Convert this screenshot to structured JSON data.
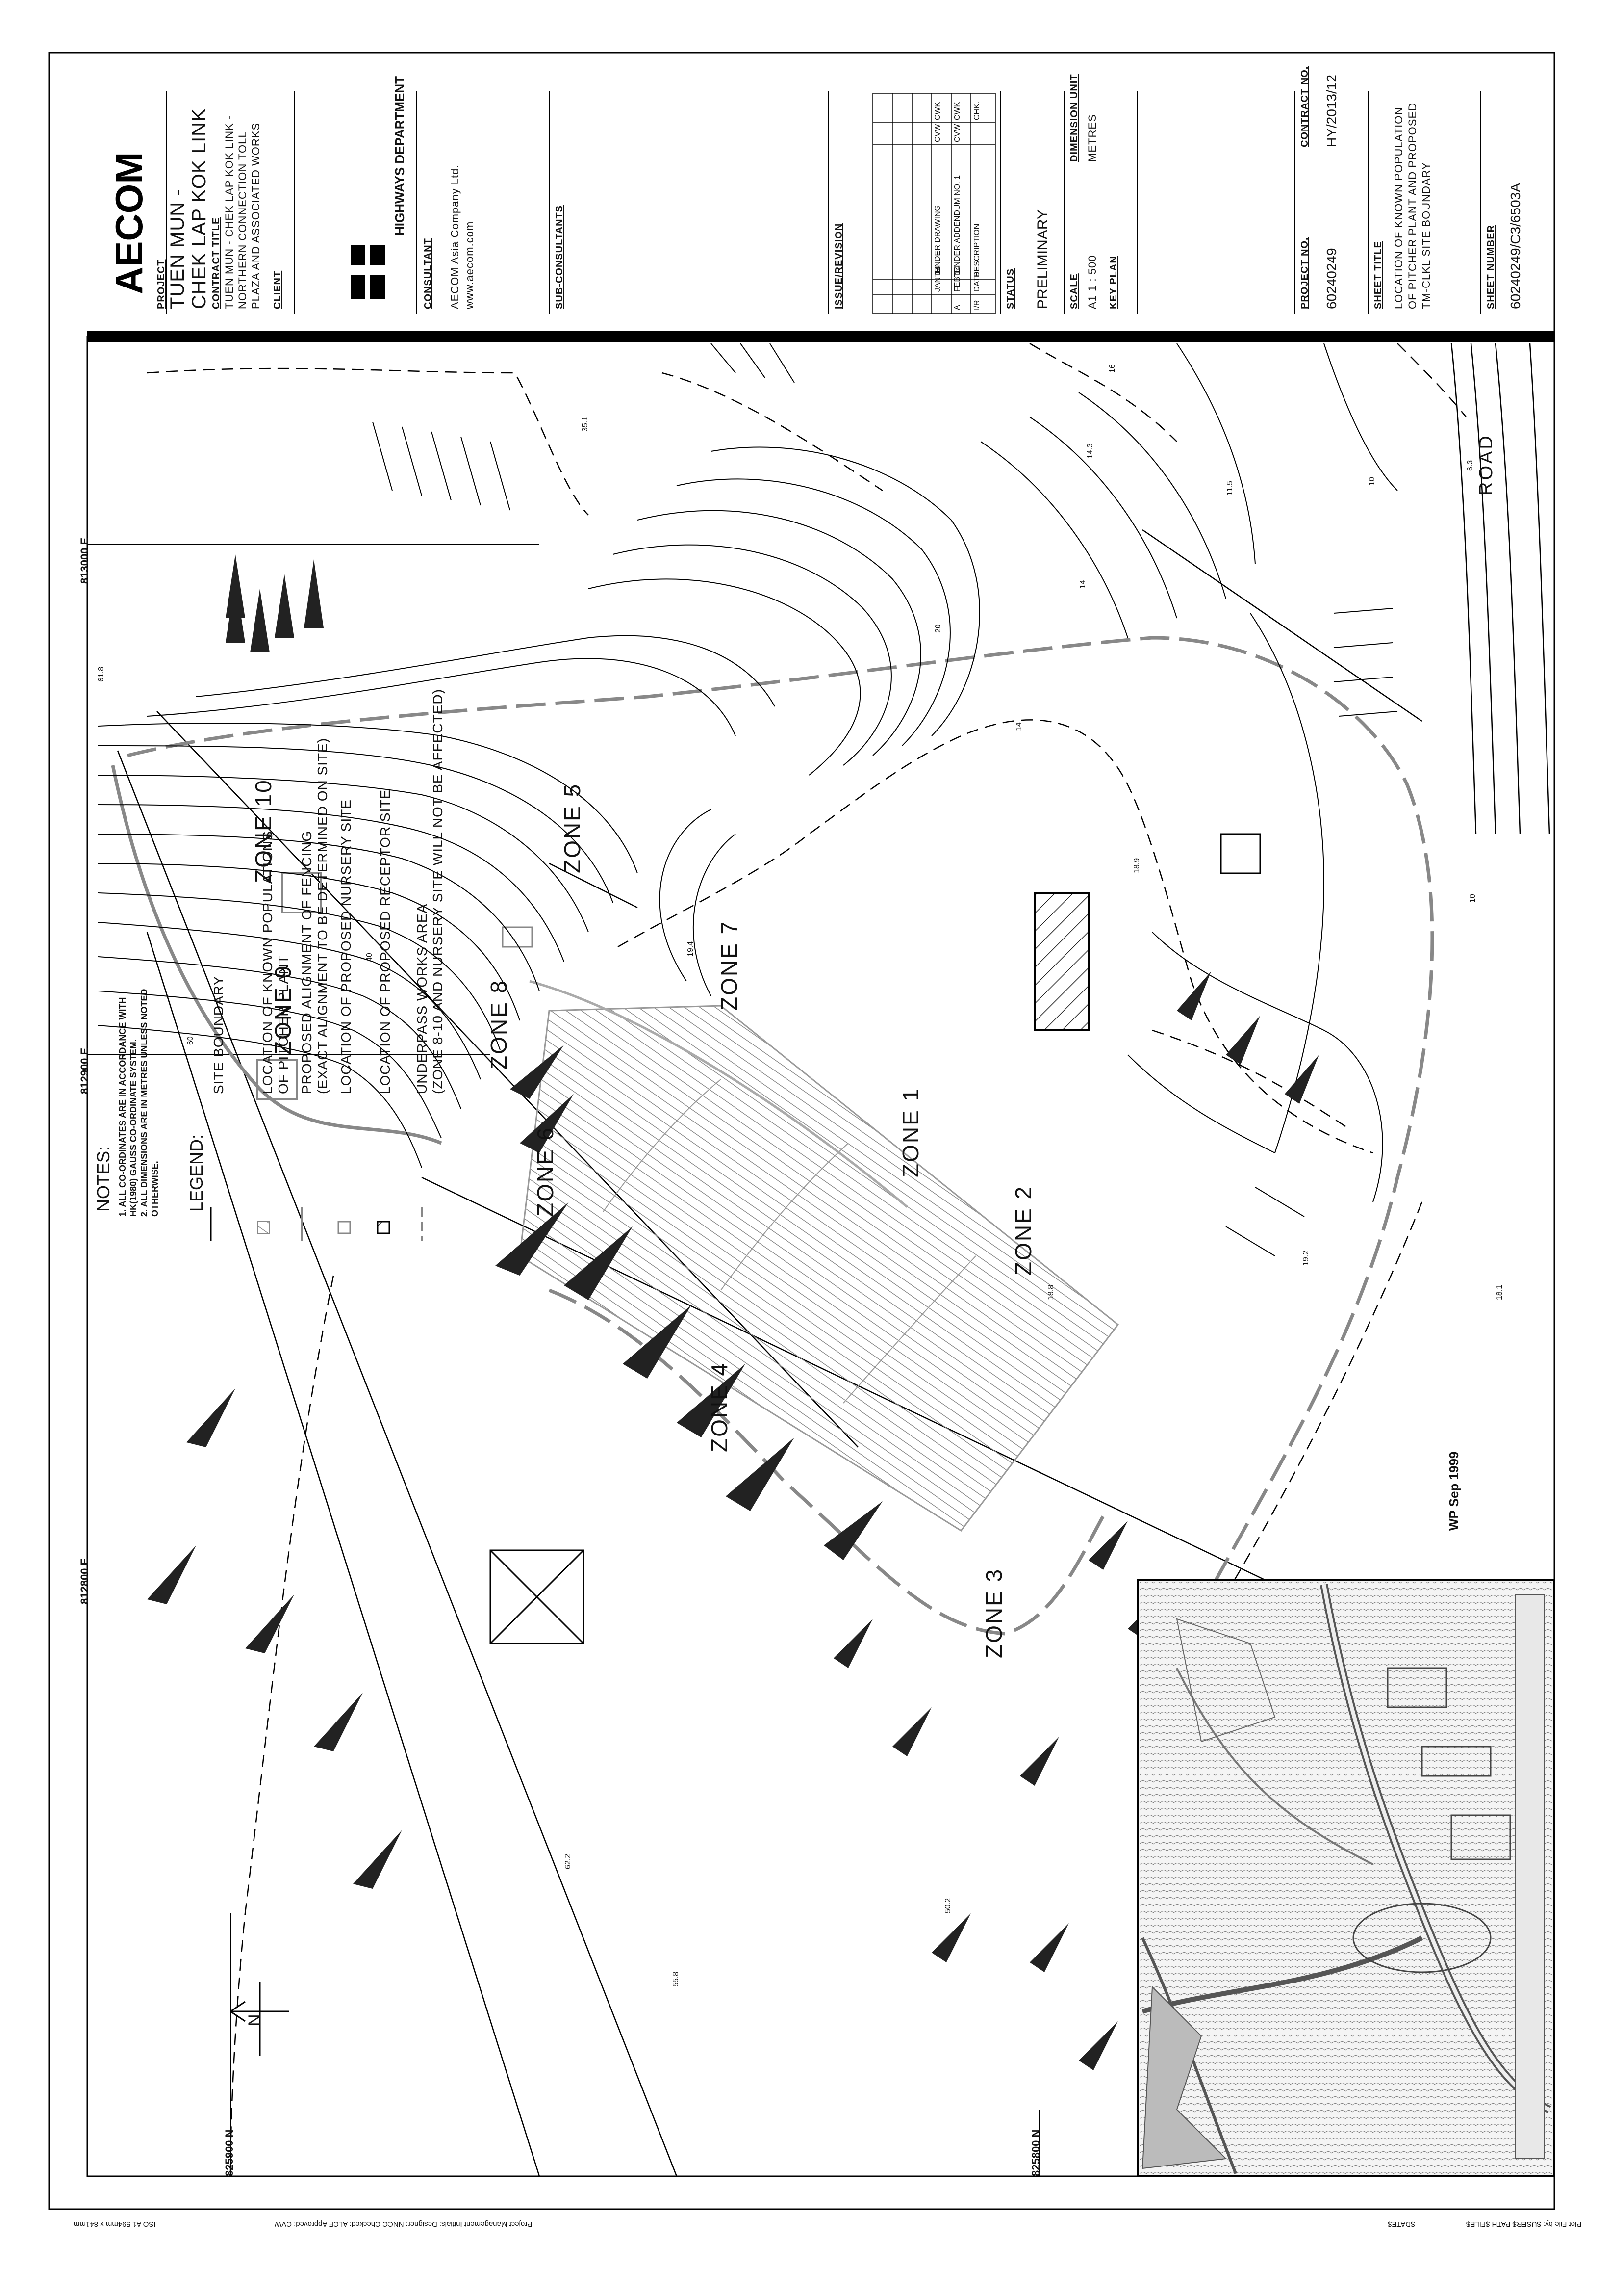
{
  "title_block": {
    "company": "AECOM",
    "project_label": "PROJECT",
    "project_name_1": "TUEN MUN -",
    "project_name_2": "CHEK LAP KOK LINK",
    "contract_title_label": "CONTRACT TITLE",
    "contract_title_1": "TUEN MUN - CHEK LAP KOK LINK -",
    "contract_title_2": "NORTHERN CONNECTION TOLL",
    "contract_title_3": "PLAZA AND ASSOCIATED WORKS",
    "client_label": "CLIENT",
    "client_name": "HIGHWAYS DEPARTMENT",
    "consultant_label": "CONSULTANT",
    "consultant_name": "AECOM Asia Company Ltd.",
    "consultant_web": "www.aecom.com",
    "subconsultants_label": "SUB-CONSULTANTS",
    "issue_revision_label": "ISSUE/REVISION",
    "revisions": [
      {
        "rev": "A",
        "date": "FEB 14",
        "description": "TENDER ADDENDUM NO. 1",
        "by": "CVW",
        "chk": "CWK"
      },
      {
        "rev": "-",
        "date": "JAN 14",
        "description": "TENDER DRAWING",
        "by": "CVW",
        "chk": "CWK"
      }
    ],
    "rev_header": {
      "rev": "I/R",
      "date": "DATE",
      "description": "DESCRIPTION",
      "chk": "CHK."
    },
    "status_label": "STATUS",
    "status": "PRELIMINARY",
    "scale_label": "SCALE",
    "scale": "A1 1 : 500",
    "dimension_unit_label": "DIMENSION UNIT",
    "dimension_unit": "METRES",
    "key_plan_label": "KEY PLAN",
    "project_no_label": "PROJECT NO.",
    "project_no": "60240249",
    "contract_no_label": "CONTRACT NO.",
    "contract_no": "HY/2013/12",
    "sheet_title_label": "SHEET TITLE",
    "sheet_title_1": "LOCATION OF KNOWN POPULATION",
    "sheet_title_2": "OF PITCHER PLANT AND PROPOSED",
    "sheet_title_3": "TM-CLKL SITE BOUNDARY",
    "sheet_number_label": "SHEET NUMBER",
    "sheet_number": "60240249/C3/6503A"
  },
  "notes": {
    "heading": "NOTES:",
    "items": [
      "1.  ALL CO-ORDINATES ARE IN ACCORDANCE WITH",
      "     HK(1980) GAUSS CO-ORDINATE SYSTEM.",
      "2.  ALL DIMENSIONS ARE IN METRES UNLESS NOTED",
      "     OTHERWISE."
    ]
  },
  "legend": {
    "heading": "LEGEND:",
    "items": [
      "SITE BOUNDARY",
      "LOCATION OF KNOWN POPULATIONS",
      "OF PITCHER PLANT",
      "PROPOSED ALIGNMENT OF FENCING",
      "(EXACT ALIGNMENT TO BE DETERMINED ON SITE)",
      "LOCATION OF PROPOSED NURSERY SITE",
      "LOCATION OF PROPOSED RECEPTOR SITE",
      "UNDERPASS WORKS AREA",
      "(ZONE 8-10 AND NURSERY SITE WILL NOT BE AFFECTED)"
    ]
  },
  "map": {
    "grid_labels": [
      "813000 E",
      "812900 E",
      "812800 E",
      "825900 N",
      "825800 N"
    ],
    "zones": [
      "ZONE 1",
      "ZONE 2",
      "ZONE 3",
      "ZONE 4",
      "ZONE 5",
      "ZONE 6",
      "ZONE 7",
      "ZONE 8",
      "ZONE 9",
      "ZONE 10"
    ],
    "spot_levels": [
      "35.1",
      "19.4",
      "18.9",
      "18.8",
      "19.2",
      "18.1",
      "61.8",
      "55.8",
      "50.2",
      "62.2",
      "11.5",
      "14.3",
      "6.3"
    ],
    "contours": [
      "20",
      "16",
      "14",
      "14",
      "10",
      "10",
      "60",
      "40"
    ],
    "road_label": "ROAD",
    "stamp": "WP Sep 1999",
    "north": "N"
  },
  "footer": {
    "plot_file": "Plot File by: $USER$ PATH $FILE$",
    "dates": "$DATE$",
    "people": "Project Management Initials:  Designer: NNCC Checked: ALCF Approved: CVW",
    "paper": "ISO A1 594mm x 841mm"
  }
}
